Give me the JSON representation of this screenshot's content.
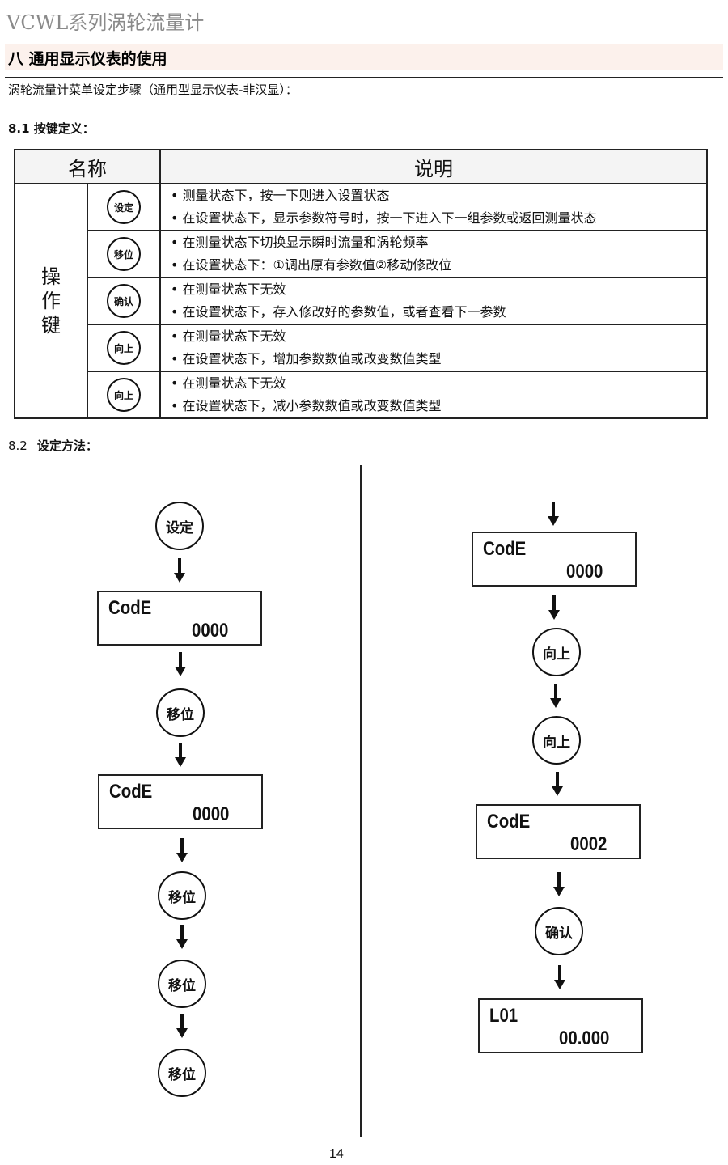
{
  "header": {
    "doc_title": "VCWL系列涡轮流量计",
    "section_title": "八 通用显示仪表的使用",
    "intro": "涡轮流量计菜单设定步骤（通用型显示仪表-非汉显）："
  },
  "section_81": {
    "title": "8.1  按键定义：",
    "table": {
      "headers": [
        "名称",
        "说明"
      ],
      "group_label": "操作键",
      "rows": [
        {
          "key": "设定",
          "lines": [
            "• 测量状态下，按一下则进入设置状态",
            "• 在设置状态下，显示参数符号时，按一下进入下一组参数或返回测量状态"
          ]
        },
        {
          "key": "移位",
          "lines": [
            "• 在测量状态下切换显示瞬时流量和涡轮频率",
            "• 在设置状态下：①调出原有参数值②移动修改位"
          ]
        },
        {
          "key": "确认",
          "lines": [
            "• 在测量状态下无效",
            "• 在设置状态下，存入修改好的参数值，或者查看下一参数"
          ]
        },
        {
          "key": "向上",
          "lines": [
            "• 在测量状态下无效",
            "• 在设置状态下，增加参数数值或改变数值类型"
          ]
        },
        {
          "key": "向上",
          "lines": [
            "• 在测量状态下无效",
            "• 在设置状态下，减小参数数值或改变数值类型"
          ]
        }
      ]
    }
  },
  "section_82": {
    "num": "8.2",
    "title": "设定方法：",
    "left_flow": [
      {
        "type": "key",
        "label": "设定"
      },
      {
        "type": "display",
        "line1": "CodE",
        "line2": "0000"
      },
      {
        "type": "key",
        "label": "移位"
      },
      {
        "type": "display",
        "line1": "CodE",
        "line2": "0000"
      },
      {
        "type": "key",
        "label": "移位"
      },
      {
        "type": "key",
        "label": "移位"
      },
      {
        "type": "key",
        "label": "移位"
      }
    ],
    "right_flow": [
      {
        "type": "display",
        "line1": "CodE",
        "line2": "0000"
      },
      {
        "type": "key",
        "label": "向上"
      },
      {
        "type": "key",
        "label": "向上"
      },
      {
        "type": "display",
        "line1": "CodE",
        "line2": "0002"
      },
      {
        "type": "key",
        "label": "确认"
      },
      {
        "type": "display",
        "line1": "L01",
        "line2": "00.000"
      }
    ]
  },
  "footer": {
    "page_number": "14"
  }
}
